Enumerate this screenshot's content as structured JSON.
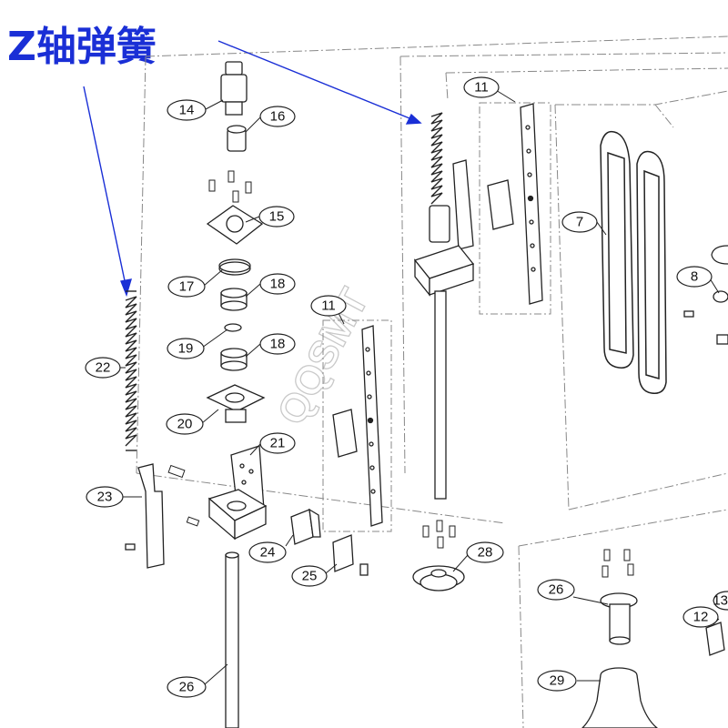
{
  "title": "Z轴弹簧",
  "watermark": "QQSMT",
  "colors": {
    "title": "#1a2fd6",
    "line": "#222222",
    "dash": "#888888"
  },
  "callouts": {
    "c14": "14",
    "c16": "16",
    "c15": "15",
    "c17": "17",
    "c18a": "18",
    "c19": "19",
    "c18b": "18",
    "c22": "22",
    "c20": "20",
    "c21": "21",
    "c23": "23",
    "c24": "24",
    "c25": "25",
    "c26a": "26",
    "c11a": "11",
    "c11b": "11",
    "c7": "7",
    "c8": "8",
    "c28": "28",
    "c26b": "26",
    "c29": "29",
    "c12": "12",
    "c13": "13"
  }
}
